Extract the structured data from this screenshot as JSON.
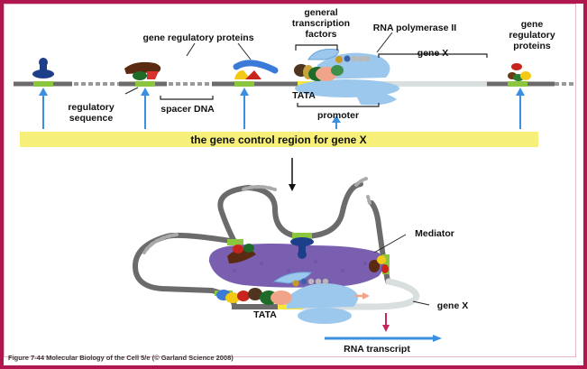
{
  "labels": {
    "general_transcription_factors_1": "general",
    "general_transcription_factors_2": "transcription",
    "general_transcription_factors_3": "factors",
    "gene_regulatory_proteins_top": "gene regulatory proteins",
    "rna_polymerase": "RNA polymerase II",
    "gene_x_top": "gene X",
    "gene_regulatory_proteins_right_1": "gene",
    "gene_regulatory_proteins_right_2": "regulatory",
    "gene_regulatory_proteins_right_3": "proteins",
    "regulatory_sequence_1": "regulatory",
    "regulatory_sequence_2": "sequence",
    "spacer_dna": "spacer DNA",
    "tata_top": "TATA",
    "promoter": "promoter",
    "control_region": "the gene control region for gene X",
    "mediator": "Mediator",
    "gene_x_bottom": "gene X",
    "tata_bottom": "TATA",
    "rna_transcript": "RNA transcript"
  },
  "caption": "Figure 7-44  Molecular Biology of the Cell 5/e (© Garland Science 2008)",
  "colors": {
    "border": "#b0174e",
    "dna": "#666666",
    "band": "#f6f07a",
    "arrow_blue": "#3a8fe0",
    "mediator": "#7a5fb0",
    "polymerase": "#9cc8ee",
    "green_seq": "#8cc63f"
  }
}
